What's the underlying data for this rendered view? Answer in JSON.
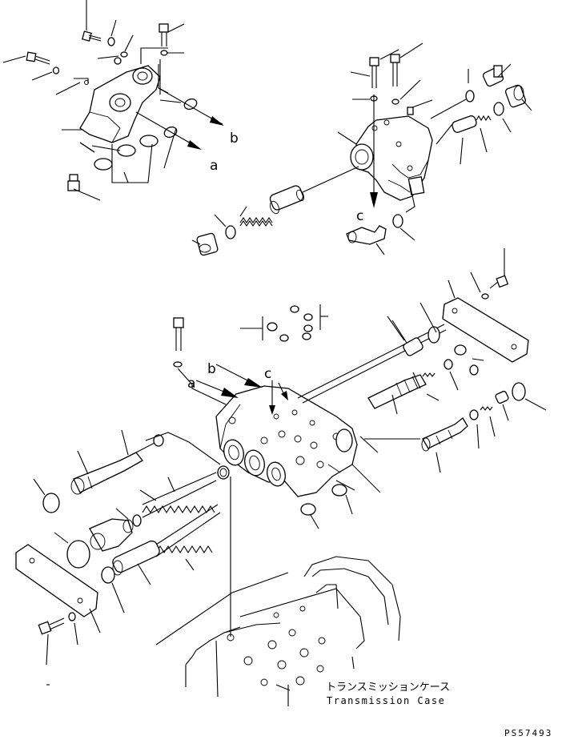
{
  "callouts": {
    "a_top": "a",
    "b_top": "b",
    "c_top": "c",
    "a_main": "a",
    "b_main": "b",
    "c_main": "c"
  },
  "case_label": {
    "japanese": "トランスミッションケース",
    "english": "Transmission Case"
  },
  "drawing_code": "PS57493"
}
